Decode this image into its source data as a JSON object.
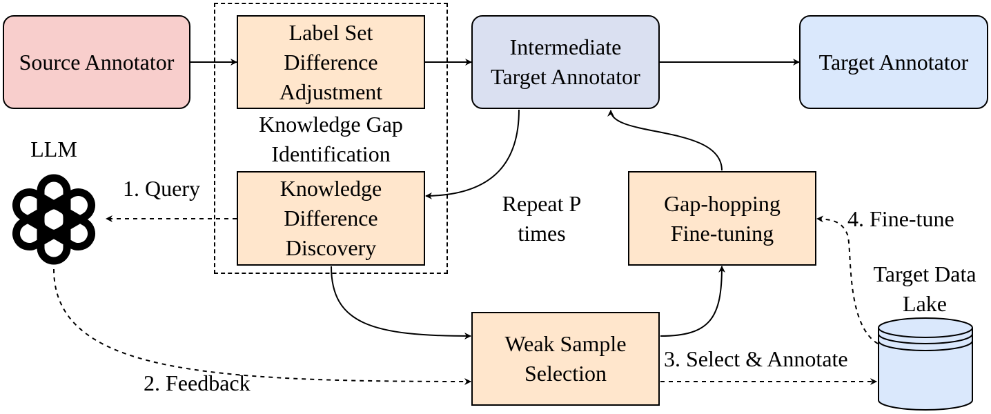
{
  "nodes": {
    "source": "Source Annotator",
    "label_set": "Label Set\nDifference\nAdjustment",
    "intermediate": "Intermediate\nTarget Annotator",
    "target": "Target Annotator",
    "knowledge_diff": "Knowledge\nDifference\nDiscovery",
    "gap_hopping": "Gap-hopping\nFine-tuning",
    "weak_sample": "Weak Sample\nSelection",
    "data_lake": "Target Data\nLake",
    "llm": "LLM"
  },
  "group_label": "Knowledge Gap\nIdentification",
  "edges": {
    "query": "1. Query",
    "feedback": "2. Feedback",
    "select": "3. Select & Annotate",
    "finetune": "4. Fine-tune",
    "repeat": "Repeat P\ntimes"
  }
}
